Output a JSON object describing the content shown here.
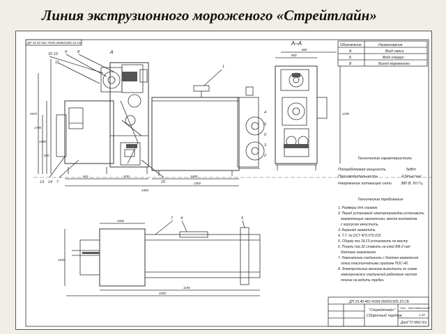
{
  "slide": {
    "title": "Линия экструзионного мороженого «Стрейтлайн»"
  },
  "drawing": {
    "corner_stamp": "ДП 15.40-461-НОМ.260601505.10 СБ",
    "view_label": "А–А",
    "view_arrow_label": "А",
    "callouts_left": [
      "10",
      "12",
      "9",
      "8",
      "11",
      "13",
      "14",
      "7",
      "15",
      "4",
      "5",
      "6",
      "3",
      "2",
      "1"
    ],
    "dims_front": [
      "610",
      "830",
      "1400",
      "2350",
      "4400"
    ],
    "dims_left": [
      "2670",
      "1700",
      "1400",
      "930"
    ],
    "dims_side": [
      "800",
      "600",
      "1200"
    ],
    "dims_plan": [
      "1000",
      "1190",
      "4400",
      "1100"
    ],
    "callouts_plan": [
      "7",
      "4",
      "5"
    ],
    "legend": {
      "headers": [
        "Обозначение",
        "Наименование"
      ],
      "rows": [
        [
          "А",
          "Вход смеси"
        ],
        [
          "Б",
          "Вход глазури"
        ],
        [
          "В",
          "Выход мороженого"
        ]
      ]
    },
    "tech_specs": {
      "title": "Технические характеристики",
      "rows": [
        [
          "Потребляемая мощность",
          "5кВт"
        ],
        [
          "Производительность",
          "4,5тыс/час"
        ],
        [
          "Напряжение питающей сети",
          "380 В, 50 Гц"
        ]
      ]
    },
    "tech_requirements": {
      "title": "Технические требования",
      "items": [
        "1. Размеры для справок.",
        "2. Перед установкой электроприводов установить",
        "заземляющие наконечники, места контактов",
        "с корпусом зачистить.",
        "3. Агрегат заземлить.",
        "4. Т.Т. по ОСТ 4Г0.075.015",
        "5. Сборку поз.18,19 установить по месту.",
        "6. Планки поз.32 ставить на клей БФ-2 над",
        "болтами заземления.",
        "7. Наконечники соединить с болтом заземления",
        "плюш.пластинчатыми припоем ПОС-40.",
        "8. Электрические монтаж выполнить по схеме",
        "электрических соединений рабочачую честоя",
        "плиние на водить трубки."
      ]
    },
    "title_block": {
      "doc_number": "ДП 15.40-461-НОМ.260601505.10 СБ",
      "name_line1": "\"Стрейтлайн\"",
      "name_line2": "Сборочный чертеж",
      "org": "ДонГТУ М61-5/з",
      "cells": [
        "Лит.",
        "Масса",
        "Масштаб",
        "1:10"
      ]
    }
  }
}
